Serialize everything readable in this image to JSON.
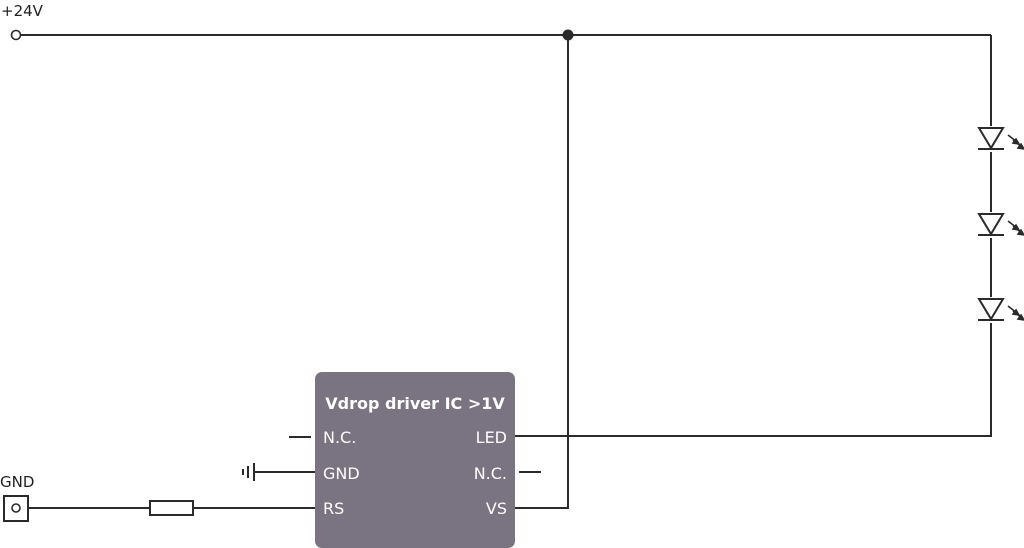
{
  "power_label": "+24V",
  "ground_label": "GND",
  "ic": {
    "title": "Vdrop driver IC >1V",
    "color": "#7a7482",
    "pins_left": [
      "N.C.",
      "GND",
      "RS"
    ],
    "pins_right": [
      "LED",
      "N.C.",
      "VS"
    ]
  },
  "led_count": 3,
  "colors": {
    "wire": "#2b2b2b",
    "background": "#ffffff"
  }
}
